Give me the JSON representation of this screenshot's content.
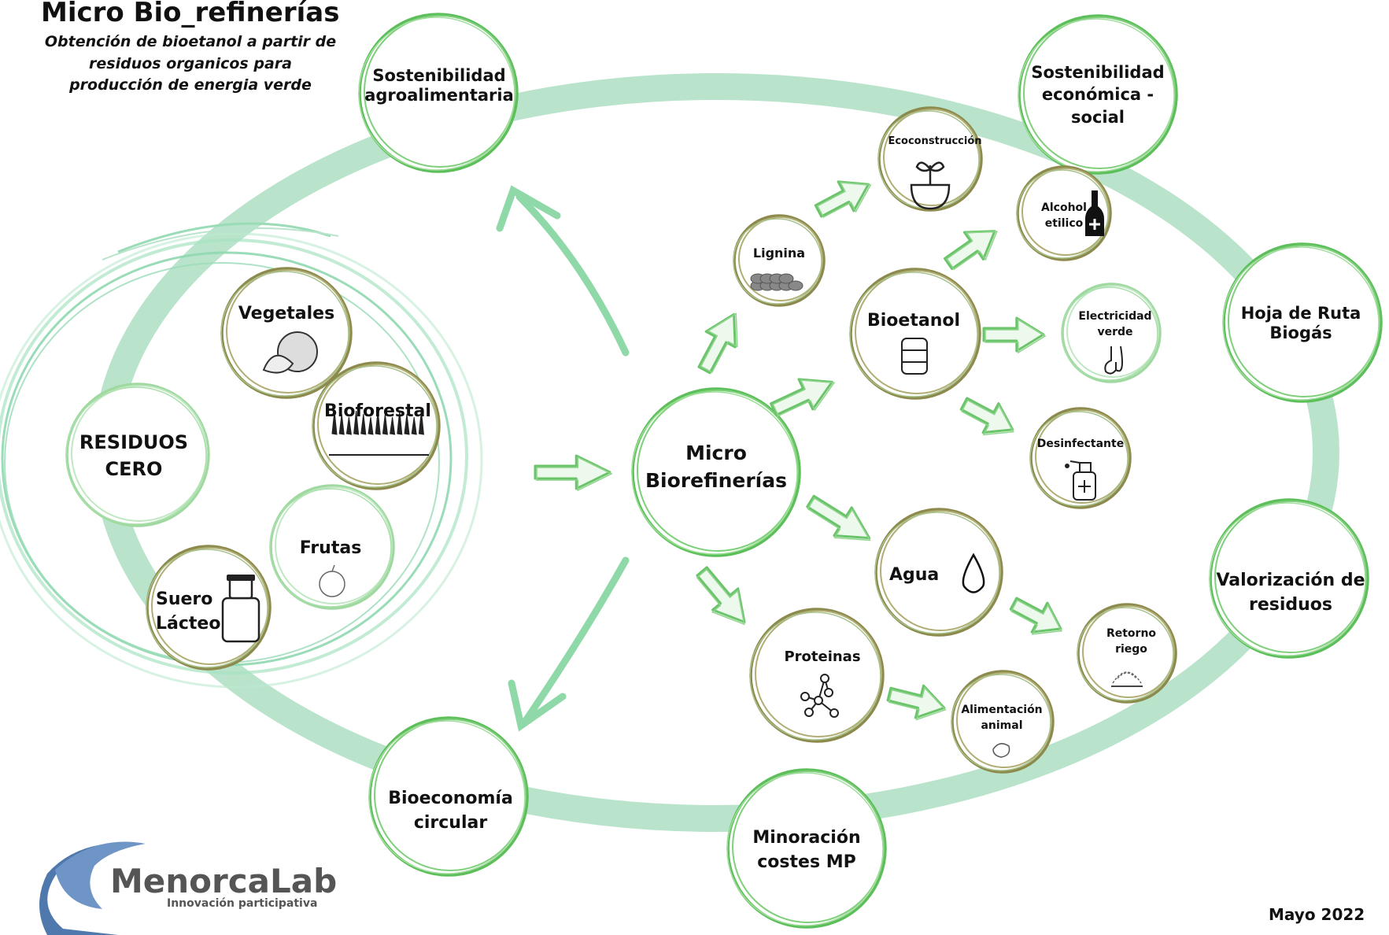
{
  "title": "Micro Bio_refinerías",
  "subtitle": "Obtención de bioetanol a partir de residuos organicos para producción de energia verde",
  "date": "Mayo 2022",
  "logo": {
    "brand": "MenorcaLab",
    "tagline": "Innovación participativa"
  },
  "colors": {
    "ring": "#b9e4cb",
    "green": "#5cbf5a",
    "olive": "#8c8a4c",
    "arrow": "#6ac46a"
  },
  "outer_ring": [
    {
      "id": "sostenibilidad-agro",
      "label": "Sostenibilidad agroalimentaria"
    },
    {
      "id": "sostenibilidad-eco",
      "label": "Sostenibilidad económica - social"
    },
    {
      "id": "hoja-ruta",
      "label": "Hoja de Ruta Biogás"
    },
    {
      "id": "valorizacion",
      "label": "Valorización de residuos"
    },
    {
      "id": "minoracion",
      "label": "Minoración costes MP"
    },
    {
      "id": "bioeconomia",
      "label": "Bioeconomía circular"
    }
  ],
  "residuos": {
    "center": "RESIDUOS CERO",
    "items": [
      {
        "id": "vegetales",
        "label": "Vegetales",
        "icon": "vegetables-icon"
      },
      {
        "id": "bioforestal",
        "label": "Bioforestal",
        "icon": "forest-icon"
      },
      {
        "id": "frutas",
        "label": "Frutas",
        "icon": "apple-icon"
      },
      {
        "id": "suero",
        "label": "Suero Lácteo",
        "icon": "milk-can-icon"
      }
    ]
  },
  "center": {
    "label": "Micro Biorefinerías"
  },
  "products": [
    {
      "id": "lignina",
      "label": "Lignina",
      "icon": "pellets-icon"
    },
    {
      "id": "ecoconstruccion",
      "label": "Ecoconstrucción",
      "icon": "eco-building-icon"
    },
    {
      "id": "bioetanol",
      "label": "Bioetanol",
      "icon": "barrel-icon"
    },
    {
      "id": "alcohol",
      "label": "Alcohol etilico",
      "icon": "bottle-icon"
    },
    {
      "id": "electricidad",
      "label": "Electricidad verde",
      "icon": "plug-icon"
    },
    {
      "id": "desinfectante",
      "label": "Desinfectante",
      "icon": "sanitizer-icon"
    },
    {
      "id": "agua",
      "label": "Agua",
      "icon": "water-drop-icon"
    },
    {
      "id": "retorno",
      "label": "Retorno riego",
      "icon": "sprinkler-icon"
    },
    {
      "id": "proteinas",
      "label": "Proteinas",
      "icon": "molecule-icon"
    },
    {
      "id": "alimentacion",
      "label": "Alimentación animal",
      "icon": "cow-icon"
    }
  ]
}
